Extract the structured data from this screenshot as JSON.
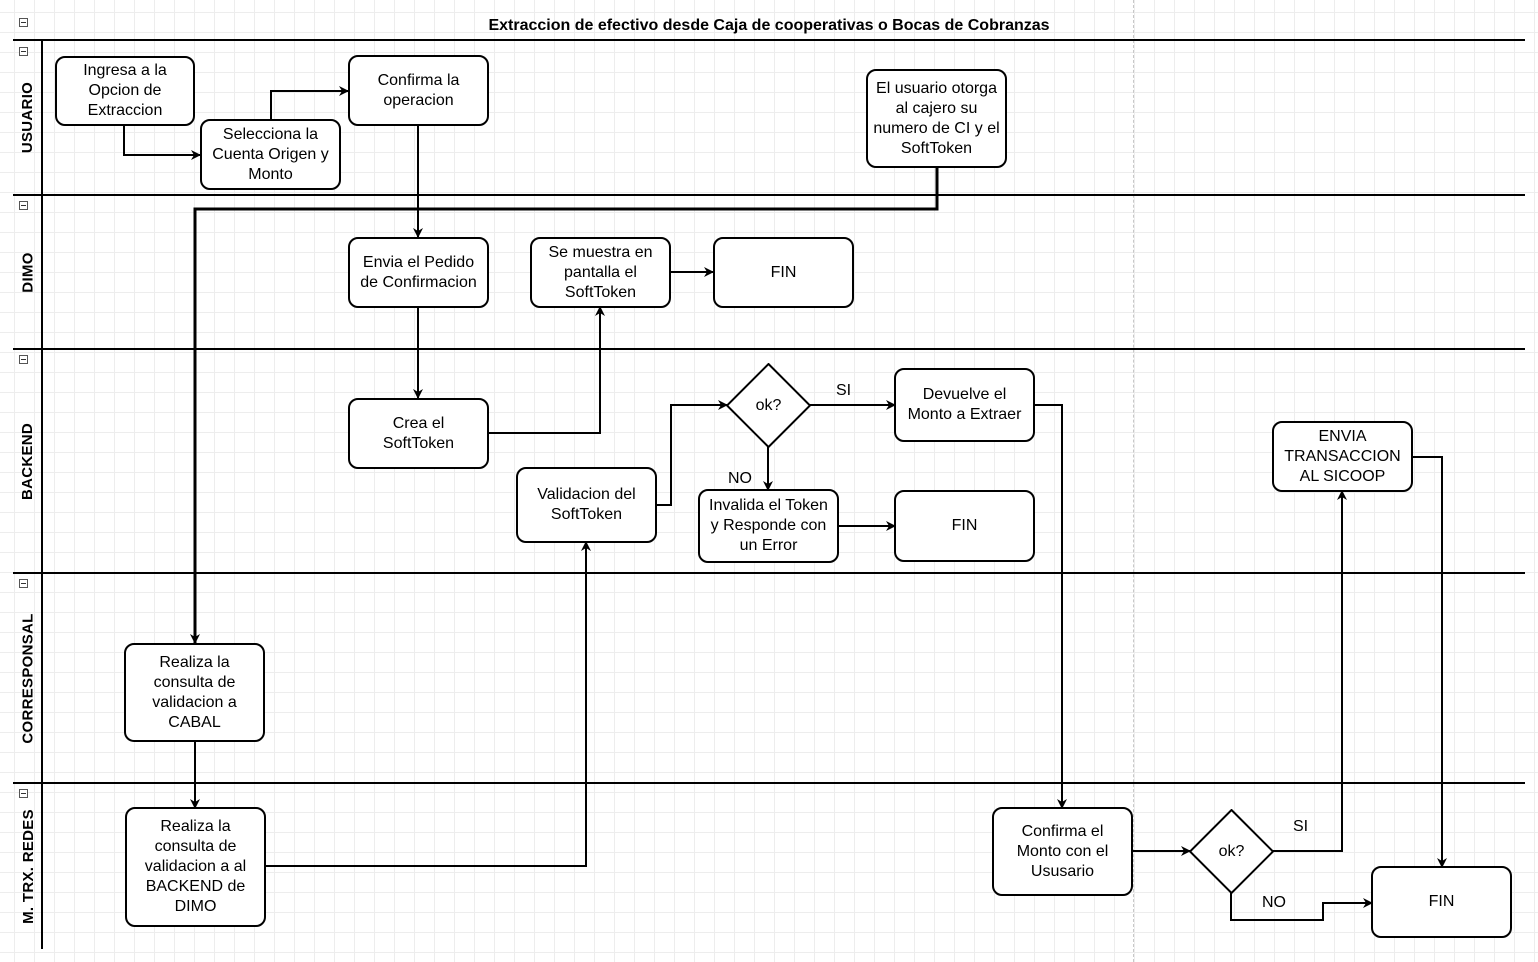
{
  "diagram": {
    "title": "Extraccion de efectivo desde Caja de cooperativas o Bocas de Cobranzas",
    "lanes": [
      {
        "id": "usuario",
        "label": "USUARIO"
      },
      {
        "id": "dimo",
        "label": "DIMO"
      },
      {
        "id": "backend",
        "label": "BACKEND"
      },
      {
        "id": "corresponsal",
        "label": "CORRESPONSAL"
      },
      {
        "id": "redes",
        "label": "M. TRX. REDES"
      }
    ],
    "nodes": {
      "n1": "Ingresa a la\nOpcion de\nExtraccion",
      "n2": "Selecciona la\nCuenta Origen y\nMonto",
      "n3": "Confirma la\noperacion",
      "n4": "El usuario otorga\nal cajero su\nnumero de CI y el\nSoftToken",
      "n5": "Envia el Pedido\nde Confirmacion",
      "n6": "Se muestra en\npantalla el\nSoftToken",
      "n7": "FIN",
      "n8": "Crea el\nSoftToken",
      "n9": "ok?",
      "n10": "Devuelve el\nMonto a Extraer",
      "n11": "Validacion del\nSoftToken",
      "n12": "Invalida el Token\ny Responde con\nun Error",
      "n13": "FIN",
      "n14": "ENVIA\nTRANSACCION\nAL SICOOP",
      "n15": "Realiza la\nconsulta de\nvalidacion a\nCABAL",
      "n16": "Realiza la\nconsulta de\nvalidacion a al\nBACKEND de\nDIMO",
      "n17": "Confirma el\nMonto con el\nUsusario",
      "n18": "ok?",
      "n19": "FIN"
    },
    "edge_labels": {
      "si1": "SI",
      "no1": "NO",
      "si2": "SI",
      "no2": "NO"
    }
  }
}
